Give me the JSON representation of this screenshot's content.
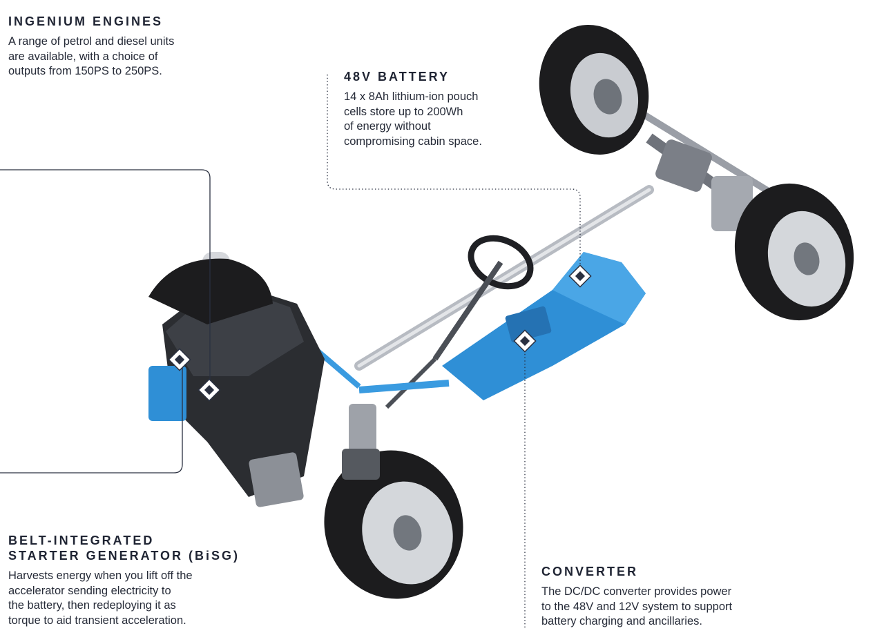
{
  "callouts": {
    "engines": {
      "title": "INGENIUM ENGINES",
      "lines": [
        "A range of petrol and diesel units",
        "are available, with a choice of",
        "outputs from 150PS to 250PS."
      ]
    },
    "battery": {
      "title": "48V BATTERY",
      "lines": [
        "14 x 8Ah lithium-ion pouch",
        "cells store up to 200Wh",
        "of energy without",
        "compromising cabin space."
      ]
    },
    "bisg": {
      "title_lines": [
        "BELT-INTEGRATED",
        "STARTER GENERATOR (BiSG)"
      ],
      "lines": [
        "Harvests energy when you lift off the",
        "accelerator sending electricity to",
        "the battery, then redeploying it as",
        "torque to aid transient acceleration."
      ]
    },
    "converter": {
      "title": "CONVERTER",
      "lines": [
        "The DC/DC converter provides power",
        "to the 48V and 12V system to support",
        "battery charging and ancillaries."
      ]
    }
  },
  "colors": {
    "text": "#1d2230",
    "leader": "#2a3040",
    "battery_blue": "#2f8fd6",
    "tire": "#1c1c1e",
    "rim": "#c9ccd1",
    "chassis": "#8d9198"
  }
}
